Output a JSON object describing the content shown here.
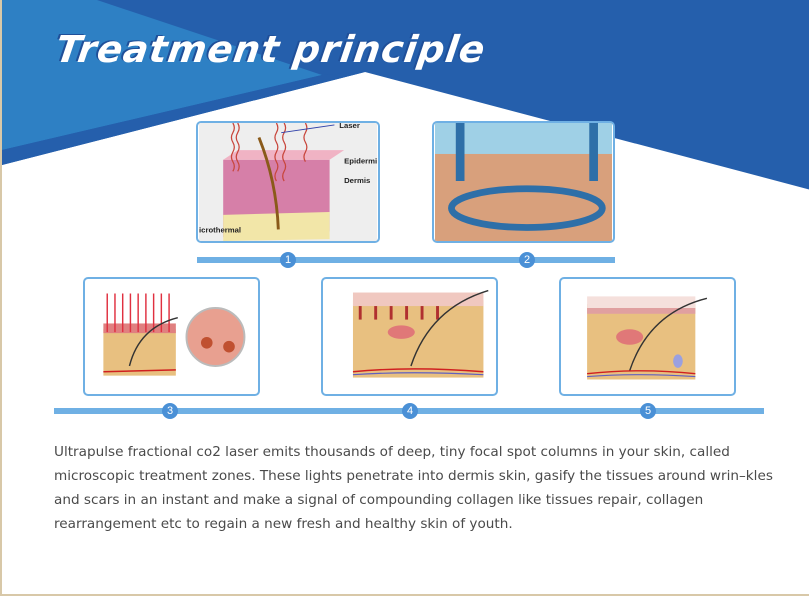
{
  "title": "Treatment principle",
  "colors": {
    "banner_dark": "#255fac",
    "banner_light": "#2e80c4",
    "timeline": "#6fb0e4",
    "step_circle": "#4a90d6",
    "text": "#4a4a4a"
  },
  "panels": [
    {
      "id": 1,
      "image": "skin-cross-section-laser-diagram",
      "labels": {
        "laser": "Laser",
        "epidermis": "Epidermi",
        "dermis": "Dermis",
        "microthermal": "icrothermal"
      }
    },
    {
      "id": 2,
      "image": "laser-handpiece-beams-on-skin"
    },
    {
      "id": 3,
      "image": "skin-block-laser-columns-with-magnifier"
    },
    {
      "id": 4,
      "image": "skin-block-healing"
    },
    {
      "id": 5,
      "image": "skin-block-renewed"
    }
  ],
  "steps": [
    "1",
    "2",
    "3",
    "4",
    "5"
  ],
  "description": "Ultrapulse fractional co2 laser emits thousands of deep, tiny focal spot columns in your skin, called microscopic treatment zones. These lights penetrate into dermis skin, gasify the tissues around wrin–kles and scars in an instant and make a signal of compounding collagen like tissues repair, collagen rearrangement etc to regain a new fresh and healthy skin of youth."
}
